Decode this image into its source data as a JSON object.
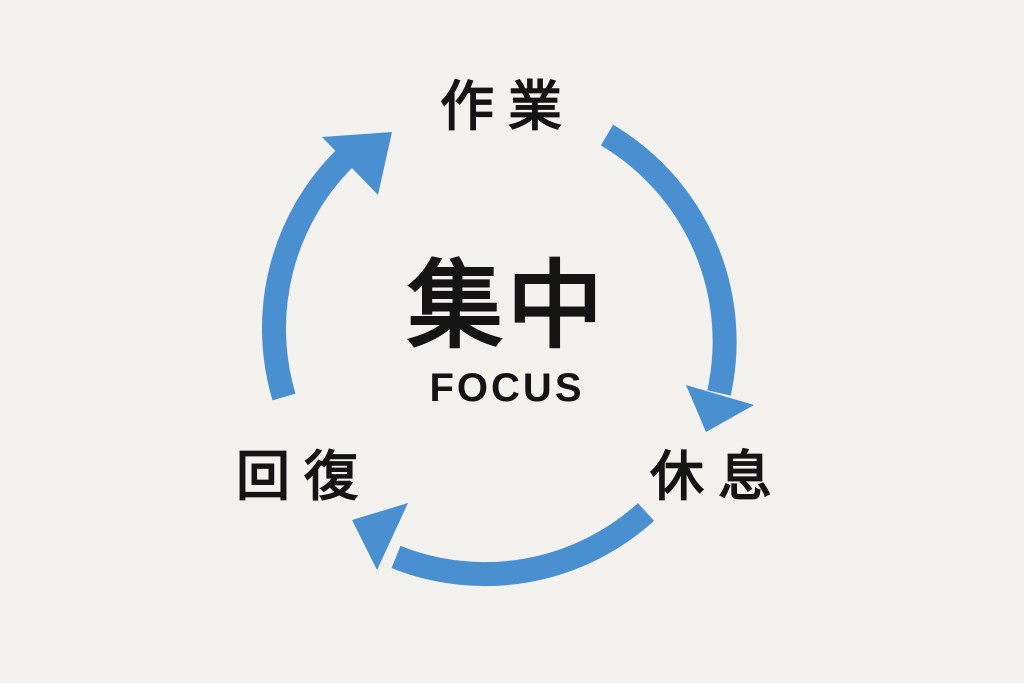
{
  "colors": {
    "background": "#f4f2ef",
    "arrow": "#4a8fd0",
    "text": "#141414"
  },
  "center": {
    "title": "集中",
    "subtitle": "FOCUS"
  },
  "stages": [
    {
      "key": "top",
      "label": "作業"
    },
    {
      "key": "right",
      "label": "休息"
    },
    {
      "key": "left",
      "label": "回復"
    }
  ]
}
